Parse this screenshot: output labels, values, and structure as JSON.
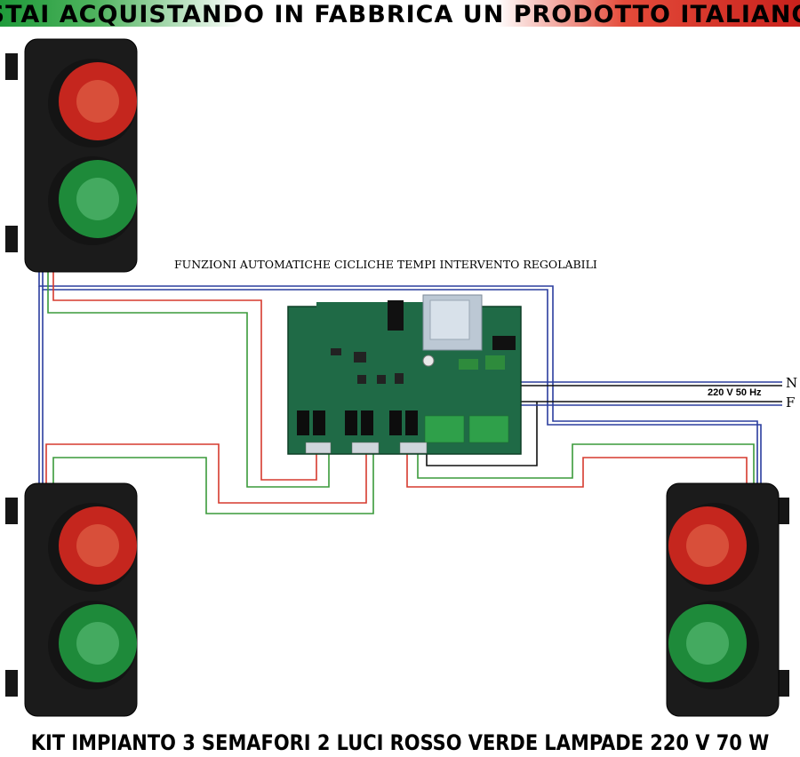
{
  "header": {
    "text": "STAI ACQUISTANDO IN FABBRICA UN PRODOTTO ITALIANO"
  },
  "diagram": {
    "caption": "FUNZIONI AUTOMATICHE CICLICHE TEMPI INTERVENTO REGOLABILI",
    "power": {
      "label": "220 V 50 Hz",
      "neutral": "N",
      "phase": "F"
    },
    "traffic_lights": [
      {
        "id": "top-left",
        "lamps": [
          "red",
          "green"
        ]
      },
      {
        "id": "bottom-left",
        "lamps": [
          "red",
          "green"
        ]
      },
      {
        "id": "bottom-right",
        "lamps": [
          "red",
          "green"
        ]
      }
    ],
    "wire_colors": {
      "blue": "#2b3e9e",
      "red": "#d63a2e",
      "green": "#3a9a3a",
      "black": "#111111"
    }
  },
  "footer": {
    "title": "KIT IMPIANTO 3 SEMAFORI 2 LUCI ROSSO VERDE LAMPADE 220 V 70 W"
  }
}
